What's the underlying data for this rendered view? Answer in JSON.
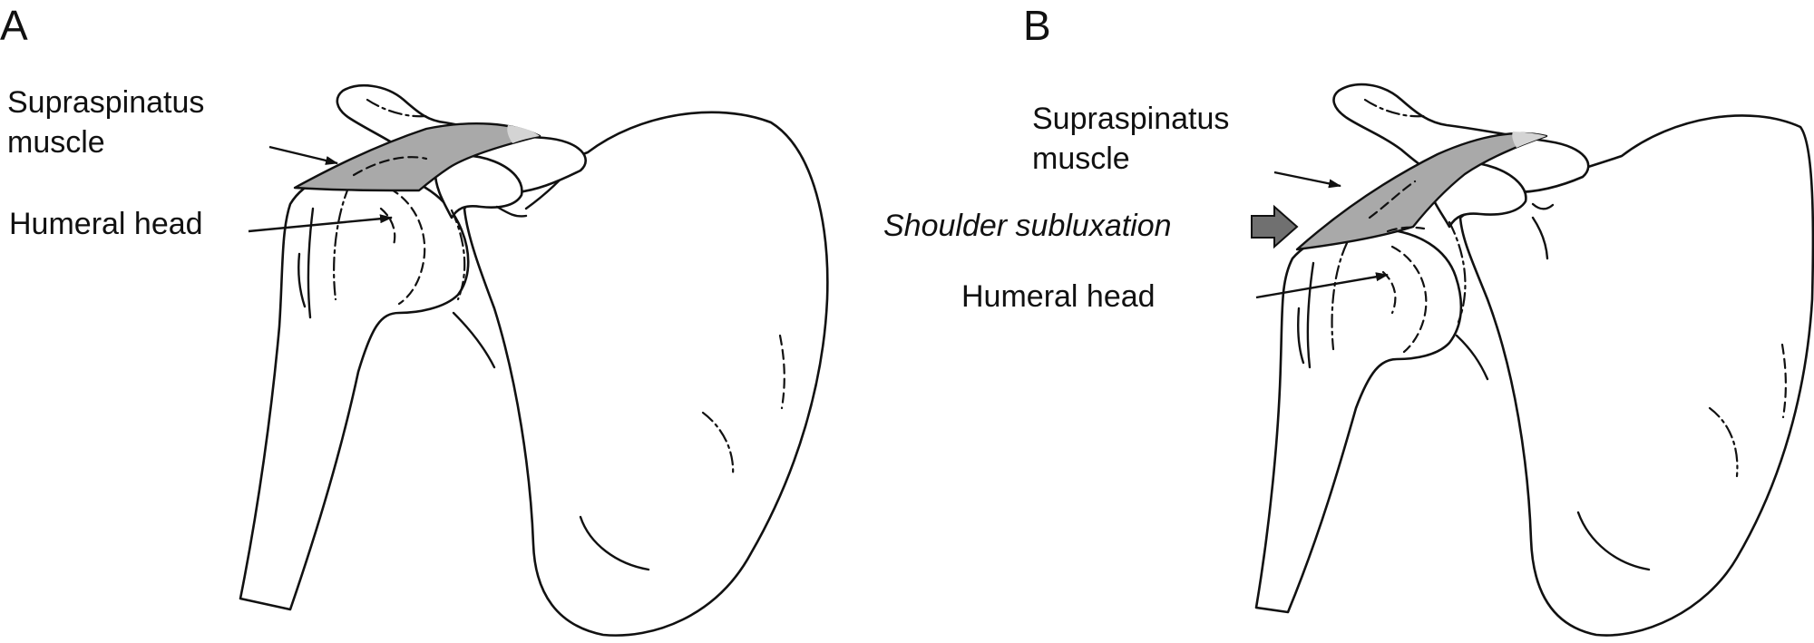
{
  "figure": {
    "colors": {
      "muscle_fill": "#a9a9a9",
      "muscle_light": "#d4d4d4",
      "outline": "#111111",
      "subluxation_arrow": "#707070"
    },
    "panels": [
      {
        "letter": "A",
        "labels": {
          "supraspinatus_line1": "Supraspinatus",
          "supraspinatus_line2": "muscle",
          "humeral_head": "Humeral head"
        }
      },
      {
        "letter": "B",
        "labels": {
          "supraspinatus_line1": "Supraspinatus",
          "supraspinatus_line2": "muscle",
          "shoulder_subluxation": "Shoulder subluxation",
          "humeral_head": "Humeral head"
        }
      }
    ]
  }
}
